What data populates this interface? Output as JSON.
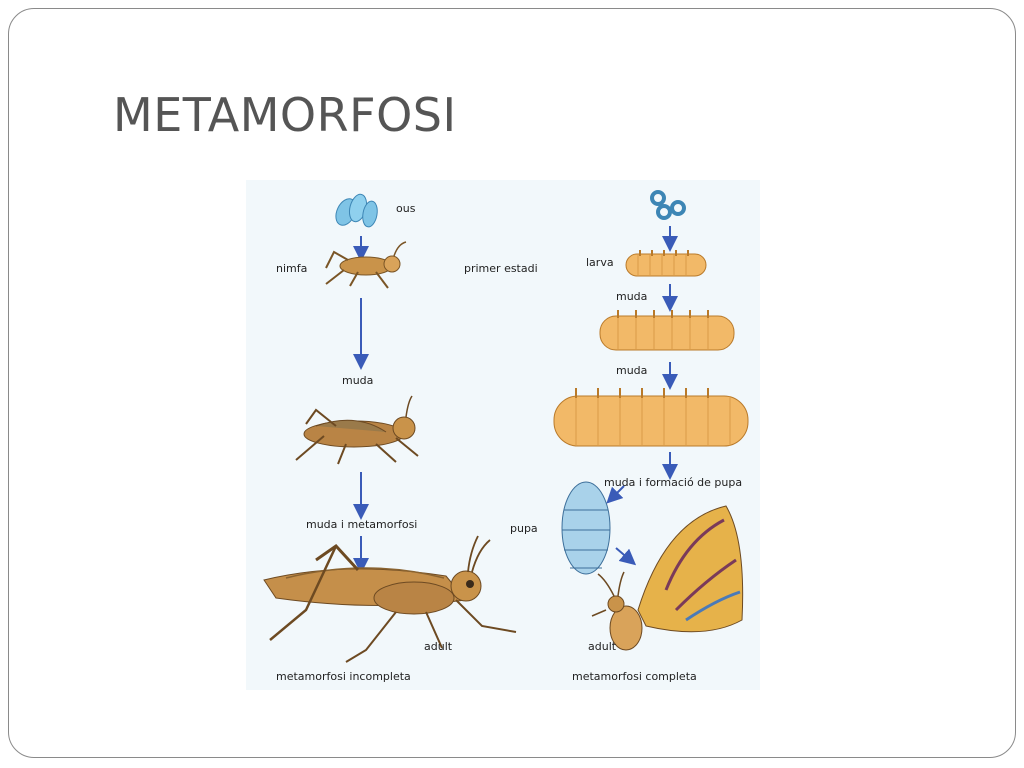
{
  "slide": {
    "title": "METAMORFOSI"
  },
  "diagram": {
    "labels": {
      "ous": "ous",
      "nimfa": "nimfa",
      "primer_estadi": "primer estadi",
      "larva": "larva",
      "muda_left": "muda",
      "muda_right_1": "muda",
      "muda_right_2": "muda",
      "muda_i_metamorfosi": "muda i metamorfosi",
      "muda_i_formacio_de_pupa": "muda i formació de pupa",
      "pupa": "pupa",
      "adult_left": "adult",
      "adult_right": "adult",
      "metamorfosi_incompleta": "metamorfosi incompleta",
      "metamorfosi_completa": "metamorfosi completa"
    },
    "colors": {
      "arrow": "#3a5bb8",
      "insect_brown": "#c9934a",
      "larva_orange": "#f2b968",
      "pupa_blue": "#a9d2ea",
      "egg_blue": "#7fc4e6"
    }
  }
}
